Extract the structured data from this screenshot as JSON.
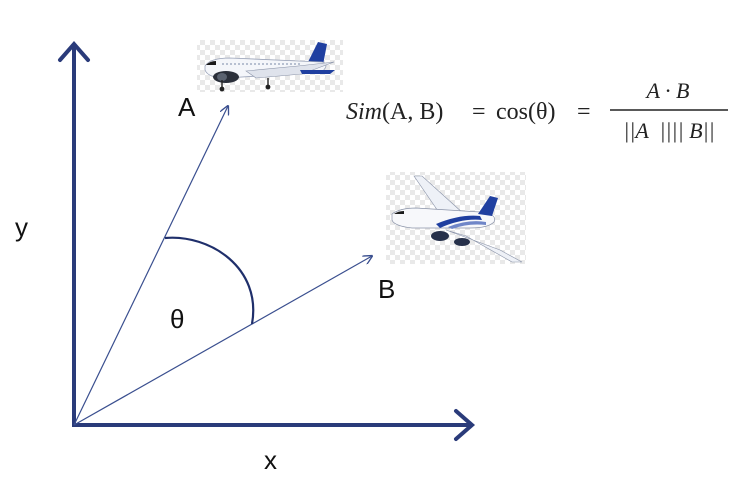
{
  "labels": {
    "x_axis": "x",
    "y_axis": "y",
    "vector_a": "A",
    "vector_b": "B",
    "angle": "θ"
  },
  "formula": {
    "lhs_fn": "Sim",
    "lhs_args": "(A, B)",
    "equals1": "=",
    "cos": "cos(θ)",
    "equals2": "=",
    "numerator": "A · B",
    "denominator": "||A  |||| B||"
  },
  "images": {
    "plane_a": "airbus-plane-icon",
    "plane_b": "boeing-plane-icon"
  },
  "colors": {
    "axis": "#2a3b7a",
    "vector": "#3a4f8f",
    "arc": "#1f2f6b",
    "plane_blue": "#1f3fa0",
    "plane_body": "#ffffff"
  }
}
